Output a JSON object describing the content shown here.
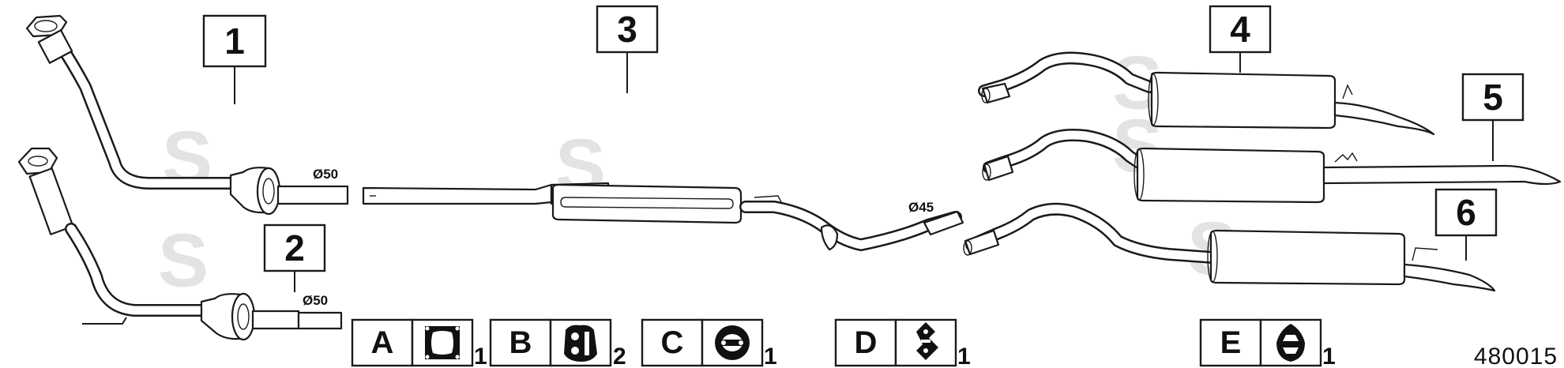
{
  "parts": [
    {
      "number": "1",
      "diameter": "Ø50"
    },
    {
      "number": "2",
      "diameter": "Ø50"
    },
    {
      "number": "3",
      "diameter": "Ø45"
    },
    {
      "number": "4"
    },
    {
      "number": "5"
    },
    {
      "number": "6"
    }
  ],
  "kits": [
    {
      "letter": "A",
      "icon": "flange-gasket-icon",
      "quantity": "1"
    },
    {
      "letter": "B",
      "icon": "rubber-hanger-icon",
      "quantity": "2"
    },
    {
      "letter": "C",
      "icon": "rubber-ring-mount-icon",
      "quantity": "1"
    },
    {
      "letter": "D",
      "icon": "pipe-clamp-icon",
      "quantity": "1"
    },
    {
      "letter": "E",
      "icon": "rubber-mount-icon",
      "quantity": "1"
    }
  ],
  "drawing_code": "480015",
  "watermark": "S",
  "colors": {
    "line": "#1a1a1a",
    "watermark": "#e3e3e3",
    "background": "#ffffff"
  }
}
